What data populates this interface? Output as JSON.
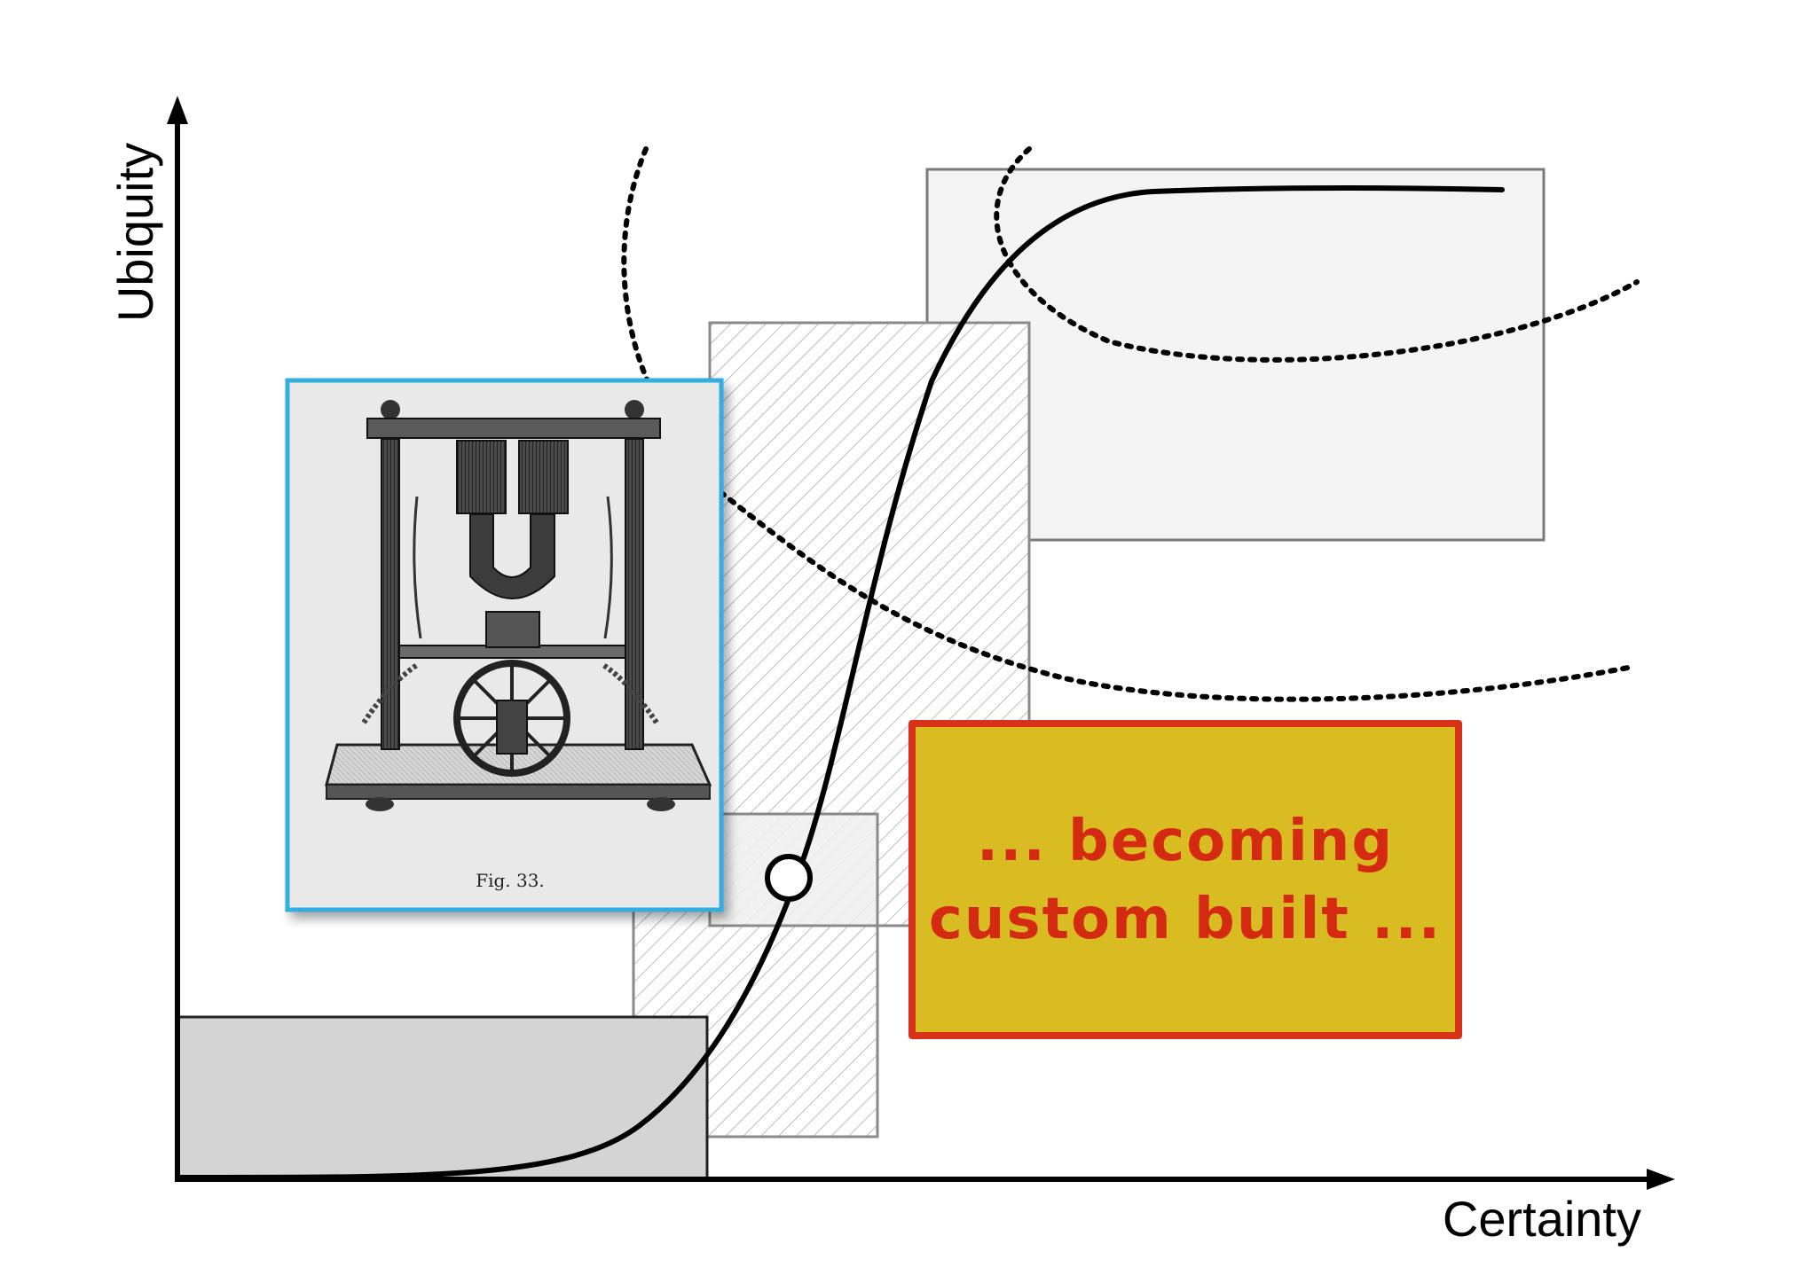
{
  "diagram": {
    "axes": {
      "y_label": "Ubiquity",
      "x_label": "Certainty"
    },
    "illustration": {
      "caption": "Fig. 33.",
      "depicts": "engraving-electromagnetic-generator",
      "frame_color": "#33aee0"
    },
    "callout": {
      "lines": [
        "... becoming",
        "custom built ..."
      ],
      "fill_color": "#d9bc22",
      "border_color": "#d8321a",
      "text_color": "#d42a12"
    },
    "curve": {
      "shape": "s-curve",
      "marker": "current-position"
    },
    "colors": {
      "solid_box": "#d4d4d4",
      "light_box": "#f4f4f4",
      "hatch_line": "#bdbdbd",
      "box_border": "#7a7a7a",
      "dotted_boundary": "#000000"
    }
  }
}
